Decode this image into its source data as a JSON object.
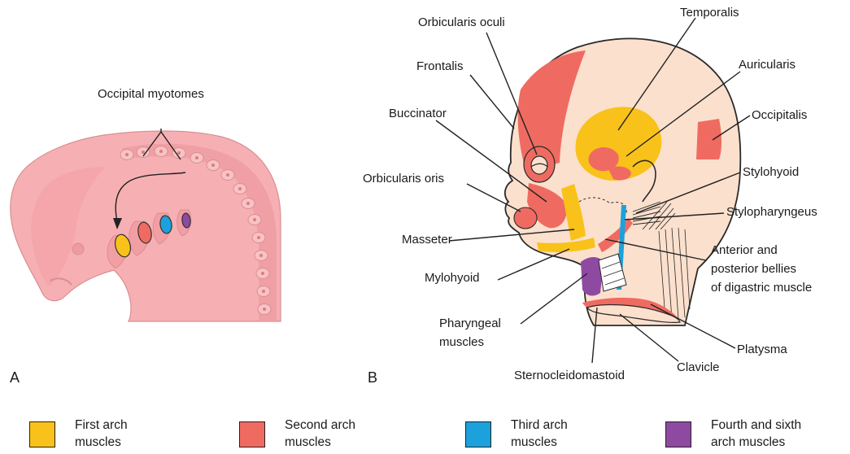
{
  "panels": {
    "a": "A",
    "b": "B"
  },
  "labels": {
    "occipital_myotomes": "Occipital myotomes",
    "orbicularis_oculi": "Orbicularis oculi",
    "temporalis": "Temporalis",
    "frontalis": "Frontalis",
    "auricularis": "Auricularis",
    "buccinator": "Buccinator",
    "occipitalis": "Occipitalis",
    "orbicularis_oris": "Orbicularis oris",
    "stylohyoid": "Stylohyoid",
    "stylopharyngeus": "Stylopharyngeus",
    "masseter": "Masseter",
    "digastric": [
      "Anterior and",
      "posterior bellies",
      "of digastric muscle"
    ],
    "mylohyoid": "Mylohyoid",
    "pharyngeal": [
      "Pharyngeal",
      "muscles"
    ],
    "platysma": "Platysma",
    "clavicle": "Clavicle",
    "sternocleidomastoid": "Sternocleidomastoid"
  },
  "legend": [
    {
      "text": "First arch\nmuscles",
      "color": "#f9c21a"
    },
    {
      "text": "Second arch\nmuscles",
      "color": "#ef6b61"
    },
    {
      "text": "Third arch\nmuscles",
      "color": "#1ca1dc"
    },
    {
      "text": "Fourth and sixth\narch muscles",
      "color": "#8e4aa0"
    }
  ],
  "colors": {
    "first_arch": "#f9c21a",
    "second_arch": "#ef6b61",
    "third_arch": "#1ca1dc",
    "fourth_sixth_arch": "#8e4aa0",
    "embryo_skin": "#f6b0b3",
    "embryo_dark": "#ee9ba0",
    "head_skin": "#fbe0cd"
  }
}
